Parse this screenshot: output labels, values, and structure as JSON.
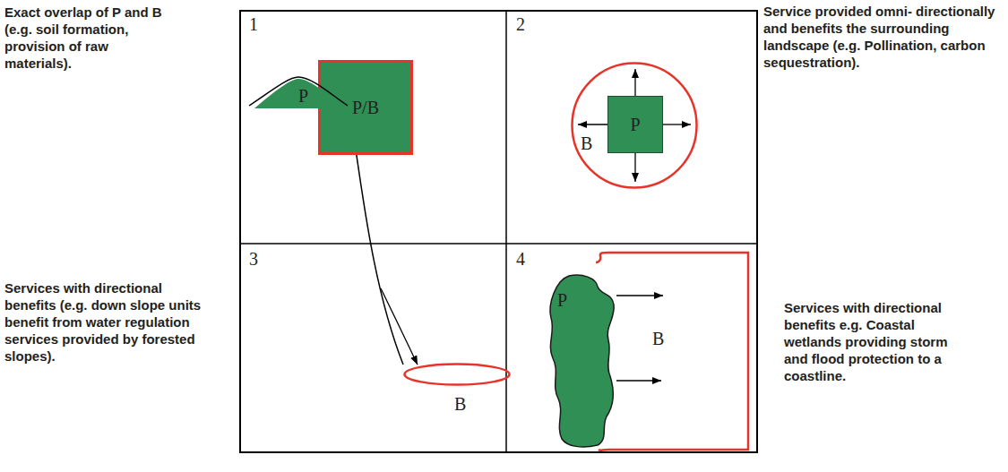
{
  "diagram": {
    "nodes": [
      {
        "text": [
          "P/B"
        ]
      },
      {
        "text": [
          "B"
        ]
      },
      {
        "text": [
          "P"
        ],
        "in": 1
      },
      {
        "text": [
          "P"
        ]
      },
      {
        "text": [
          "B"
        ]
      },
      {
        "text": [
          "B"
        ]
      },
      {
        "text": [
          "P"
        ]
      }
    ],
    "edges": [
      {
        "from": 2,
        "to": 1,
        "arrow": "to"
      },
      {
        "from": 2,
        "to": 1,
        "arrow": "to"
      },
      {
        "from": 2,
        "to": 1,
        "arrow": "to"
      },
      {
        "from": 2,
        "to": 1,
        "arrow": "to"
      },
      {
        "from": 3,
        "to": 4,
        "arrow": "to"
      },
      {
        "from": 6,
        "to": 5,
        "arrow": "to"
      },
      {
        "from": 6,
        "to": 5,
        "arrow": "to"
      }
    ],
    "labels": [
      "Exact overlap of P and B (e.g. soil formation, provision of raw materials).",
      "1",
      "2",
      "Service provided omni- directionally and benefits the surrounding landscape (e.g. Pollination, carbon sequestration).",
      "Services with directional benefits (e.g. down slope units benefit from water regulation services provided by forested slopes).",
      "3",
      "4",
      "Services with directional benefits e.g. Coastal wetlands providing storm and flood protection to a coastline."
    ]
  }
}
